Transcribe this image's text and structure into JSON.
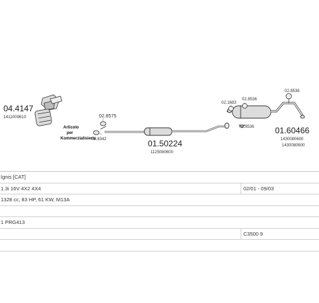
{
  "parts": {
    "catalytic_main": "04.4147",
    "catalytic_sub": "1411009610",
    "clamp_a": "02.8575",
    "clamp_b": "02.8342",
    "middle_main": "01.50224",
    "middle_sub": "1125080600",
    "gasket_a": "02.1683",
    "gasket_b": "02.8536",
    "bracket_a": "02.8536",
    "rear_main": "01.60466",
    "rear_sub_1": "1430080600",
    "rear_sub_2": "1430080600",
    "tail_hanger": "02.8536"
  },
  "note": {
    "line1": "Articolo",
    "line2": "per",
    "line3": "Kommerzialisierte"
  },
  "rows": [
    {
      "left": "Ignis [CAT]",
      "right": ""
    },
    {
      "left": "1.3i 16V 4X2 4X4",
      "right": "02/01 - 09/03"
    },
    {
      "left": "1328 cc, 83 HP, 61 KW, M13A",
      "right": ""
    },
    {
      "left": "",
      "right": ""
    },
    {
      "left": "1 PRG413",
      "right": ""
    },
    {
      "left": "",
      "right": "C3500 9"
    },
    {
      "left": "",
      "right": ""
    }
  ],
  "colors": {
    "line": "#333333",
    "fill": "#d8d8d8",
    "grid": "#d0d0d0"
  }
}
